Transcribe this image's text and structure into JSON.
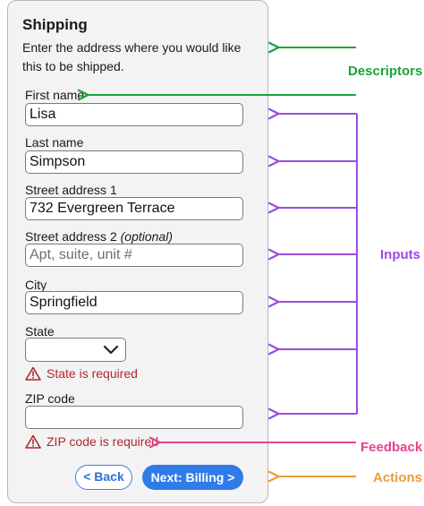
{
  "form": {
    "title": "Shipping",
    "description": "Enter the address where you would like this to be shipped.",
    "fields": {
      "first_name": {
        "label": "First name",
        "value": "Lisa"
      },
      "last_name": {
        "label": "Last name",
        "value": "Simpson"
      },
      "street1": {
        "label": "Street address 1",
        "value": "732 Evergreen Terrace"
      },
      "street2": {
        "label": "Street address 2",
        "label_optional": "(optional)",
        "placeholder": "Apt, suite, unit #"
      },
      "city": {
        "label": "City",
        "value": "Springfield"
      },
      "state": {
        "label": "State",
        "value": "",
        "error": "State is required"
      },
      "zip": {
        "label": "ZIP code",
        "value": "",
        "error": "ZIP code is required"
      }
    },
    "actions": {
      "back_label": "< Back",
      "next_label": "Next: Billing >"
    }
  },
  "annotations": {
    "descriptors": "Descriptors",
    "inputs": "Inputs",
    "feedback": "Feedback",
    "actions": "Actions"
  },
  "colors": {
    "descriptors": "#1aa33a",
    "inputs": "#9b4de0",
    "feedback": "#e8428f",
    "actions": "#f0983a",
    "error": "#b3262e",
    "primary": "#2f7be8"
  },
  "icons": {
    "dropdown": "chevron-down-icon",
    "error": "warning-triangle-icon"
  }
}
